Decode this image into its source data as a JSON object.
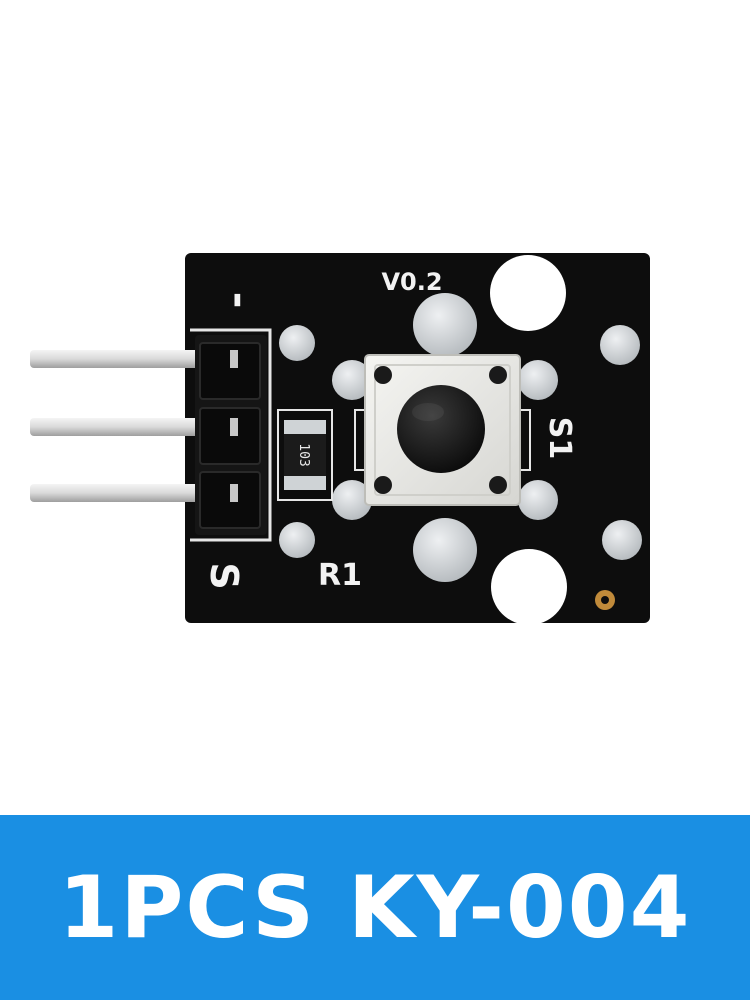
{
  "board": {
    "version_label": "V0.2",
    "pin_label_minus": "-",
    "pin_label_signal": "S",
    "resistor_label": "R1",
    "resistor_code": "103",
    "switch_label": "S1"
  },
  "banner": {
    "text": "1PCS KY-004",
    "background_color": "#1a8fe3",
    "text_color": "#ffffff"
  },
  "colors": {
    "pcb": "#0d0d0d",
    "pad": "#cfd3d6",
    "switch_body": "#e9e9e6",
    "button_cap": "#151515"
  }
}
